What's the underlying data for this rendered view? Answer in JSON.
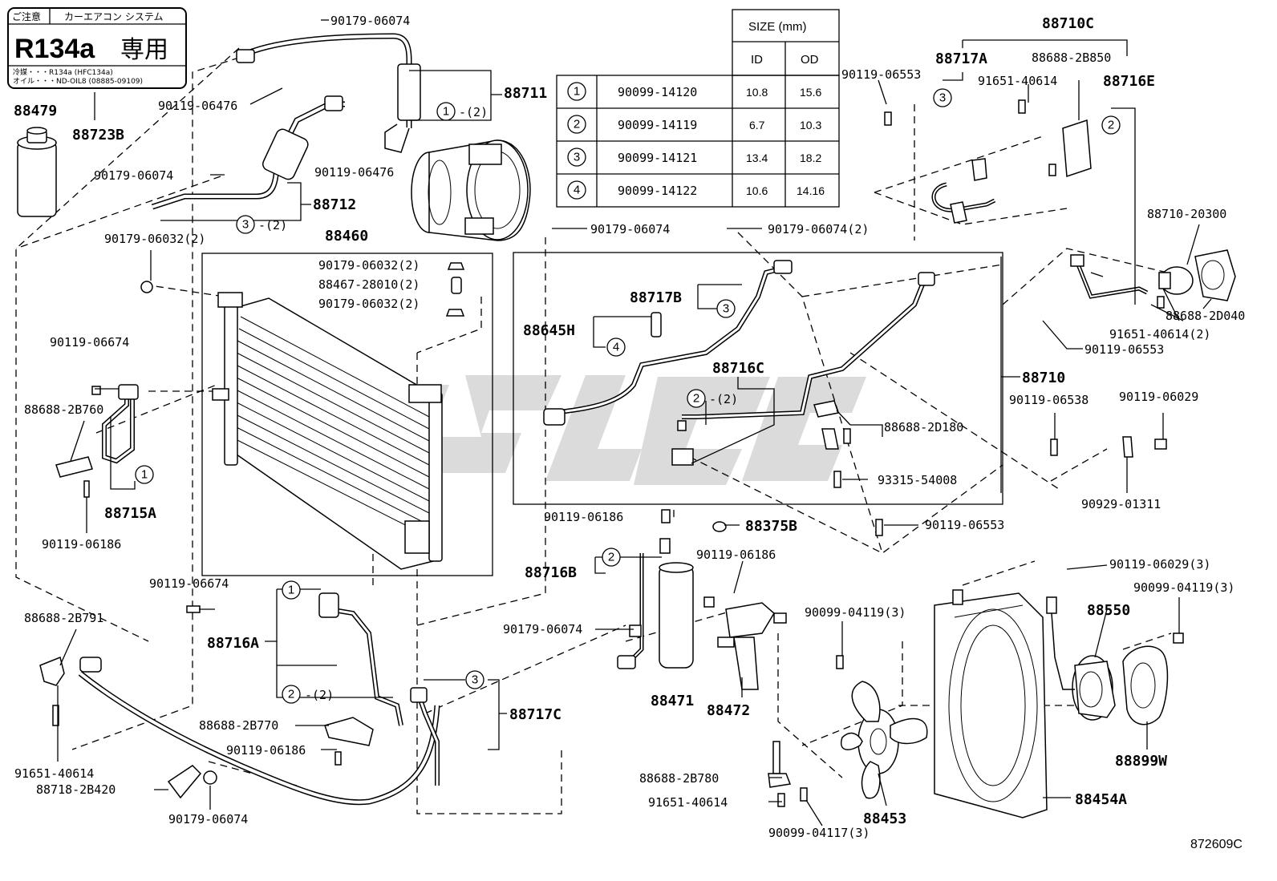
{
  "sticker": {
    "caution": "ご注意",
    "system": "カーエアコン システム",
    "refrigerant": "R134a",
    "exclusive": "専用",
    "line1": "冷媒・・・R134a (HFC134a)",
    "line2": "オイル・・・ND-OIL8 (08885-09109)"
  },
  "table": {
    "header_size": "SIZE (mm)",
    "header_id": "ID",
    "header_od": "OD",
    "rows": [
      {
        "num": "1",
        "part": "90099-14120",
        "id": "10.8",
        "od": "15.6"
      },
      {
        "num": "2",
        "part": "90099-14119",
        "id": "6.7",
        "od": "10.3"
      },
      {
        "num": "3",
        "part": "90099-14121",
        "id": "13.4",
        "od": "18.2"
      },
      {
        "num": "4",
        "part": "90099-14122",
        "id": "10.6",
        "od": "14.16"
      }
    ]
  },
  "labels": {
    "p88479": "88479",
    "p88723B": "88723B",
    "p90179_06074_a": "90179-06074",
    "p90119_06476_a": "90119-06476",
    "p88711": "88711",
    "p90179_06074_b": "90179-06074",
    "p90119_06476_b": "90119-06476",
    "p88712": "88712",
    "p90179_06032_2a": "90179-06032(2)",
    "p88460": "88460",
    "p90179_06032_2b": "90179-06032(2)",
    "p88467_28010": "88467-28010(2)",
    "p90179_06032_2c": "90179-06032(2)",
    "p90119_06674_a": "90119-06674",
    "p88688_2B760": "88688-2B760",
    "p88715A": "88715A",
    "p90119_06186_a": "90119-06186",
    "p90119_06674_b": "90119-06674",
    "p88716A": "88716A",
    "p88688_2B791": "88688-2B791",
    "p91651_40614_a": "91651-40614",
    "p88718_2B420": "88718-2B420",
    "p90179_06074_c": "90179-06074",
    "p88688_2B770": "88688-2B770",
    "p90119_06186_b": "90119-06186",
    "p88717C": "88717C",
    "p90179_06074_d": "90179-06074",
    "p88717B": "88717B",
    "p88645H": "88645H",
    "p88716C": "88716C",
    "p90179_06074_2": "90179-06074(2)",
    "p88688_2D180": "88688-2D180",
    "p93315_54008": "93315-54008",
    "p88710": "88710",
    "p90119_06186_c": "90119-06186",
    "p88375B": "88375B",
    "p90119_06553_a": "90119-06553",
    "p88716B": "88716B",
    "p90179_06074_e": "90179-06074",
    "p88471": "88471",
    "p90119_06186_d": "90119-06186",
    "p88472": "88472",
    "p88710C": "88710C",
    "p88717A": "88717A",
    "p88688_2B850": "88688-2B850",
    "p90119_06553_b": "90119-06553",
    "p91651_40614_b": "91651-40614",
    "p88716E": "88716E",
    "p88710_20300": "88710-20300",
    "p88688_2D040": "88688-2D040",
    "p91651_40614_2": "91651-40614(2)",
    "p90119_06553_c": "90119-06553",
    "p90119_06538": "90119-06538",
    "p90119_06029": "90119-06029",
    "p90929_01311": "90929-01311",
    "p90119_06029_3": "90119-06029(3)",
    "p90099_04119_3a": "90099-04119(3)",
    "p90099_04119_3b": "90099-04119(3)",
    "p88550": "88550",
    "p88899W": "88899W",
    "p88454A": "88454A",
    "p88453": "88453",
    "p88688_2B780": "88688-2B780",
    "p91651_40614_c": "91651-40614",
    "p90099_04117_3": "90099-04117(3)",
    "diagram_code": "872609C"
  },
  "callouts": {
    "c1_2": "1",
    "c1_2_suffix": "-(2)",
    "c3_2": "3",
    "c3_2_suffix": "-(2)",
    "c1_a": "1",
    "c1_b": "1",
    "c2_2": "2",
    "c2_2_suffix": "-(2)",
    "c3_c": "3",
    "c3_b": "3",
    "c4": "4",
    "c2_c": "2",
    "c2_c_suffix": "-(2)",
    "c2_b": "2",
    "c3_a": "3",
    "c2_e": "2"
  }
}
